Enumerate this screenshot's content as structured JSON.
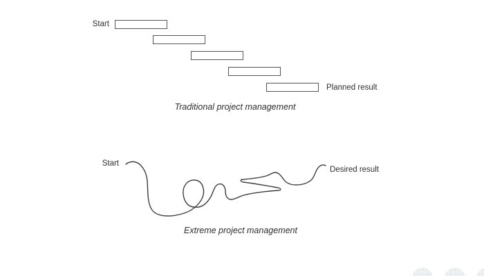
{
  "traditional": {
    "start_label": "Start",
    "result_label": "Planned result",
    "caption": "Traditional project management",
    "bar_count": 5
  },
  "extreme": {
    "start_label": "Start",
    "result_label": "Desired result",
    "caption": "Extreme project management"
  },
  "colors": {
    "ink": "#3d3d3d",
    "bar_border": "#545454",
    "background": "#ffffff",
    "decor_circle": "#eef0f2"
  }
}
